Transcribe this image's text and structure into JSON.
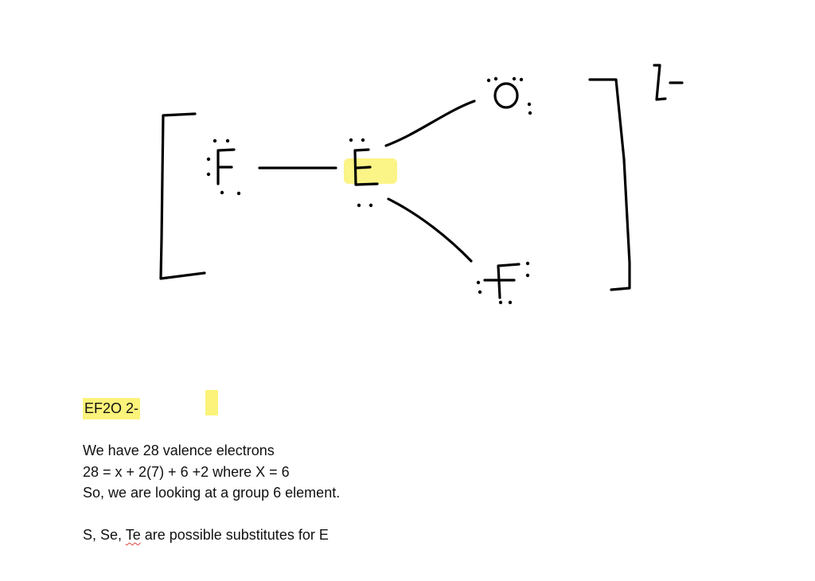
{
  "diagram": {
    "charge": "2-",
    "atoms": {
      "left_fluorine": "F",
      "central": "E",
      "oxygen": "O",
      "lower_fluorine": "F"
    },
    "colors": {
      "ink": "#000000",
      "highlight": "#fbf37a"
    }
  },
  "notes": {
    "formula": "EF2O 2-",
    "line1": "We have 28 valence electrons",
    "line2": "28 = x + 2(7) + 6 +2 where X = 6",
    "line3": "So, we are looking at a group 6 element.",
    "line4_prefix": "S, Se, ",
    "line4_flagged": "Te",
    "line4_suffix": " are possible substitutes for E",
    "colors": {
      "highlight": "#fbf37a",
      "spellcheck": "#e0463c"
    }
  }
}
